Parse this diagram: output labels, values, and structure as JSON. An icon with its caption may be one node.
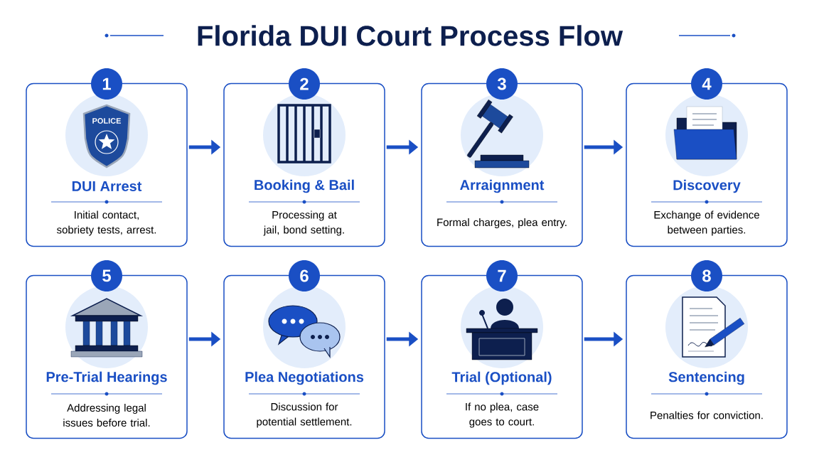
{
  "diagram": {
    "title": "Florida DUI Court Process Flow",
    "nodes": [
      {
        "text": [
          "1",
          "DUI Arrest",
          "Initial contact, sobriety tests, arrest."
        ]
      },
      {
        "text": [
          "2",
          "Booking & Bail",
          "Processing at jail, bond setting."
        ]
      },
      {
        "text": [
          "3",
          "Arraignment",
          "Formal charges, plea entry."
        ]
      },
      {
        "text": [
          "4",
          "Discovery",
          "Exchange of evidence between parties."
        ]
      },
      {
        "text": [
          "5",
          "Pre-Trial Hearings",
          "Addressing legal issues before trial."
        ]
      },
      {
        "text": [
          "6",
          "Plea Negotiations",
          "Discussion for potential settlement."
        ]
      },
      {
        "text": [
          "7",
          "Trial (Optional)",
          "If no plea, case goes to court."
        ]
      },
      {
        "text": [
          "8",
          "Sentencing",
          "Penalties for conviction."
        ]
      }
    ],
    "edges": [
      {
        "from": 0,
        "to": 1,
        "arrow": "to"
      },
      {
        "from": 1,
        "to": 2,
        "arrow": "to"
      },
      {
        "from": 2,
        "to": 3,
        "arrow": "to"
      },
      {
        "from": 4,
        "to": 5,
        "arrow": "to"
      },
      {
        "from": 5,
        "to": 6,
        "arrow": "to"
      },
      {
        "from": 6,
        "to": 7,
        "arrow": "to"
      }
    ],
    "labels": [
      "POLICE"
    ]
  }
}
